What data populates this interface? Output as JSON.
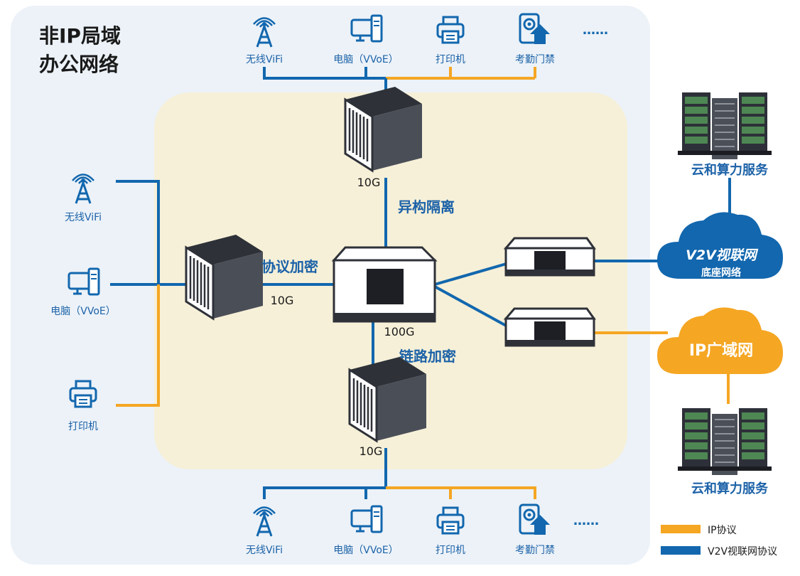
{
  "colors": {
    "blue": "#1267ae",
    "orange": "#f5a623",
    "lan_bg": "#ecf2f8",
    "core_bg": "#f6f0d8",
    "text_blue": "#1c62a8",
    "title": "#1a1a1a"
  },
  "lan": {
    "title_line1": "非IP局域",
    "title_line2": "办公网络"
  },
  "top_devices": {
    "wifi": "无线ViFi",
    "pc": "电脑（VVoE）",
    "printer": "打印机",
    "access": "考勤门禁",
    "more": "……"
  },
  "left_devices": {
    "wifi": "无线ViFi",
    "pc": "电脑（VVoE）",
    "printer": "打印机"
  },
  "bottom_devices": {
    "wifi": "无线ViFi",
    "pc": "电脑（VVoE）",
    "printer": "打印机",
    "access": "考勤门禁",
    "more": "……"
  },
  "links": {
    "top_speed": "10G",
    "top_label": "异构隔离",
    "left_label": "协议加密",
    "left_speed": "10G",
    "core_speed": "100G",
    "bottom_label": "链路加密",
    "bottom_speed": "10G"
  },
  "right": {
    "cloud_service_top": "云和算力服务",
    "v2v_logo": "V2V视联网",
    "v2v_sub": "底座网络",
    "ip_wan": "IP广域网",
    "cloud_service_bottom": "云和算力服务"
  },
  "legend": {
    "ip": "IP协议",
    "v2v": "V2V视联网协议"
  }
}
